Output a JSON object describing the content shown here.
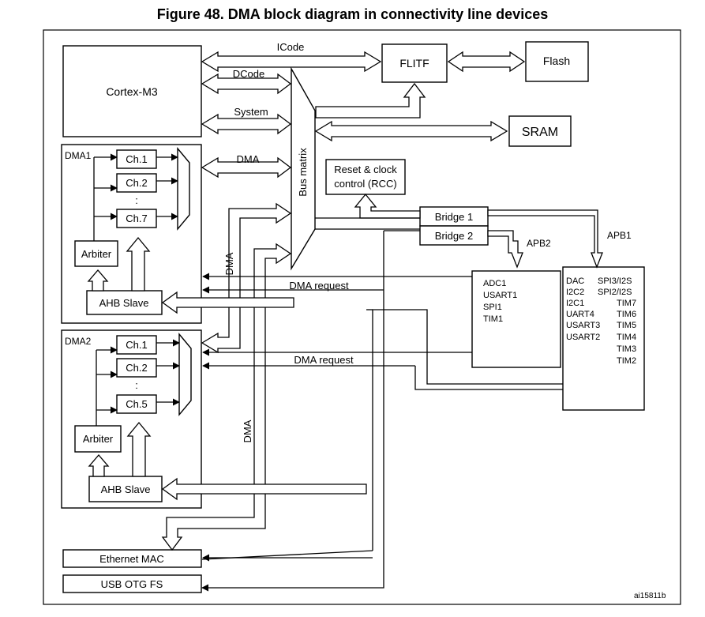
{
  "title": "Figure 48. DMA block diagram in connectivity line devices",
  "blocks": {
    "cortex": "Cortex-M3",
    "flitf": "FLITF",
    "flash": "Flash",
    "sram": "SRAM",
    "rcc_line1": "Reset & clock",
    "rcc_line2": "control (RCC)",
    "bus_matrix": "Bus matrix",
    "bridge1": "Bridge  1",
    "bridge2": "Bridge  2",
    "ethernet": "Ethernet MAC",
    "usb": "USB OTG FS"
  },
  "buses": {
    "icode": "ICode",
    "dcode": "DCode",
    "system": "System",
    "dma": "DMA",
    "dma_vertical": "DMA",
    "dma_request": "DMA request",
    "apb1": "APB1",
    "apb2": "APB2"
  },
  "dma1": {
    "label": "DMA1",
    "channels": [
      "Ch.1",
      "Ch.2",
      "Ch.7"
    ],
    "arbiter": "Arbiter",
    "ahb": "AHB Slave"
  },
  "dma2": {
    "label": "DMA2",
    "channels": [
      "Ch.1",
      "Ch.2",
      "Ch.5"
    ],
    "arbiter": "Arbiter",
    "ahb": "AHB Slave"
  },
  "apb2_peripherals": [
    "ADC1",
    "USART1",
    "SPI1",
    "TIM1"
  ],
  "apb1_peripherals_left": [
    "DAC",
    "I2C2",
    "I2C1",
    "UART4",
    "USART3",
    "USART2"
  ],
  "apb1_peripherals_right": [
    "SPI3/I2S",
    "SPI2/I2S",
    "TIM7",
    "TIM6",
    "TIM5",
    "TIM4",
    "TIM3",
    "TIM2"
  ],
  "ellipsis": ":",
  "figure_id": "ai15811b"
}
